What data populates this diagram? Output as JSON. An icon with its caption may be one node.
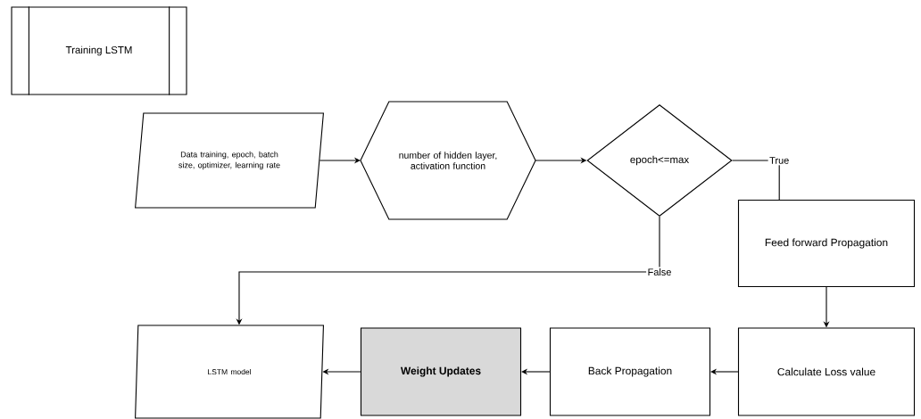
{
  "diagram": {
    "nodes": [
      {
        "text": [
          "Training LSTM"
        ]
      },
      {
        "text": [
          "Data training, epoch, batch size, optimizer, learning rate"
        ]
      },
      {
        "text": [
          "number of hidden layer, activation function"
        ]
      },
      {
        "text": [
          "epoch<=max"
        ]
      },
      {
        "text": [
          "Feed forward Propagation"
        ]
      },
      {
        "text": [
          "Calculate Loss value"
        ]
      },
      {
        "text": [
          "Back Propagation"
        ]
      },
      {
        "text": [
          "Weight Updates"
        ]
      },
      {
        "text": [
          "LSTM model"
        ]
      }
    ],
    "edges": [
      {
        "from": 1,
        "to": 2,
        "arrow": "to"
      },
      {
        "from": 2,
        "to": 3,
        "arrow": "to"
      },
      {
        "from": 3,
        "to": 4,
        "arrow": "none",
        "label": "True"
      },
      {
        "from": 3,
        "to": 8,
        "arrow": "to",
        "label": "False"
      },
      {
        "from": 4,
        "to": 5,
        "arrow": "to"
      },
      {
        "from": 5,
        "to": 6,
        "arrow": "to"
      },
      {
        "from": 6,
        "to": 7,
        "arrow": "to"
      },
      {
        "from": 7,
        "to": 8,
        "arrow": "to"
      }
    ]
  }
}
